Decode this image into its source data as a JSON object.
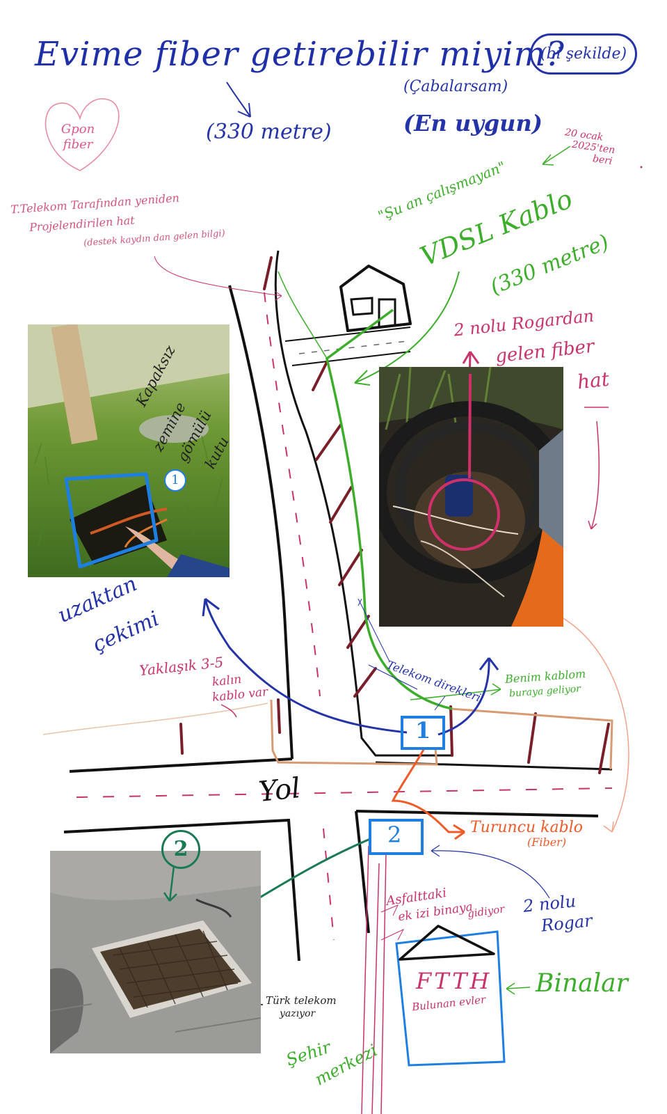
{
  "header": {
    "title": "Evime fiber getirebilir miyim?",
    "note_style": "(bi şekilde)",
    "distance": "(330 metre)",
    "if_paid": "(Çabalarsam)",
    "best": "(En uygun)"
  },
  "gpon_heart": "Gpon fiber",
  "telekom_note": {
    "line1": "T.Telekom Tarafından yeniden",
    "line2": "Projelendirilen hat",
    "line3": "(destek kaydın dan gelen bilgi)"
  },
  "date_note": {
    "line1": "20 ocak",
    "line2": "2025'ten",
    "line3": "beri"
  },
  "vdsl": {
    "current": "\"Şu an çalışmayan\"",
    "label": "VDSL Kablo",
    "distance": "(330 metre)"
  },
  "photo1_text": {
    "line1": "Kapaksız",
    "line2": "zemine",
    "line3": "gömülü",
    "line4": "kutu"
  },
  "fiber_from_2": {
    "line1": "2 nolu Rogardan",
    "line2": "gelen fiber",
    "line3": "hat"
  },
  "uzaktan": {
    "line1": "uzaktan",
    "line2": "çekimi"
  },
  "thick_cables": {
    "line1": "Yaklaşık 3-5",
    "line2": "kalın",
    "line3": "kablo var"
  },
  "telekom_poles": "Telekom direkleri",
  "my_cable": {
    "line1": "Benim kablom",
    "line2": "buraya geliyor"
  },
  "road": "Yol",
  "box1": "1",
  "box2": "2",
  "orange_cable": {
    "line1": "Turuncu kablo",
    "line2": "(Fiber)"
  },
  "asphalt": {
    "line1": "Asfalttaki",
    "line2": "ek izi binaya",
    "line3": "gidiyor"
  },
  "rogar2": {
    "line1": "2 nolu",
    "line2": "Rogar"
  },
  "building": {
    "line1": "FTTH",
    "line2": "Bulunan evler"
  },
  "buildings_label": "Binalar",
  "tt_writing": {
    "line1": "Türk telekom",
    "line2": "yazıyor"
  },
  "city_center": {
    "line1": "Şehir",
    "line2": "merkezi"
  },
  "markers": {
    "m1": "1",
    "m2": "2"
  },
  "colors": {
    "blue": "#2433a8",
    "pink": "#c8336a",
    "green": "#3dae2b",
    "orange": "#f05a28",
    "tan": "#d79a72",
    "box_blue": "#1e7fe0",
    "dark_green": "#1a7a55"
  }
}
